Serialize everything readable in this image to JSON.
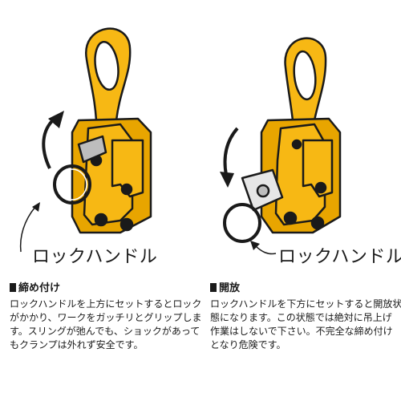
{
  "left": {
    "callout": "ロックハンドル",
    "heading": "締め付け",
    "body_lines": [
      "ロックハンドルを上方にセットするとロック",
      "がかかり、ワークをガッチリとグリップしま",
      "す。スリングが弛んでも、ショックがあって",
      "もクランプは外れず安全です。"
    ]
  },
  "right": {
    "callout": "ロックハンドル",
    "heading": "開放",
    "body_lines": [
      "ロックハンドルを下方にセットすると開放状",
      "態になります。この状態では絶対に吊上げ",
      "作業はしないで下さい。不完全な締め付け",
      "となり危険です。"
    ]
  },
  "colors": {
    "clamp_body": "#f7b814",
    "outline": "#1a1a1a",
    "handle_grey": "#bdbdbd"
  }
}
